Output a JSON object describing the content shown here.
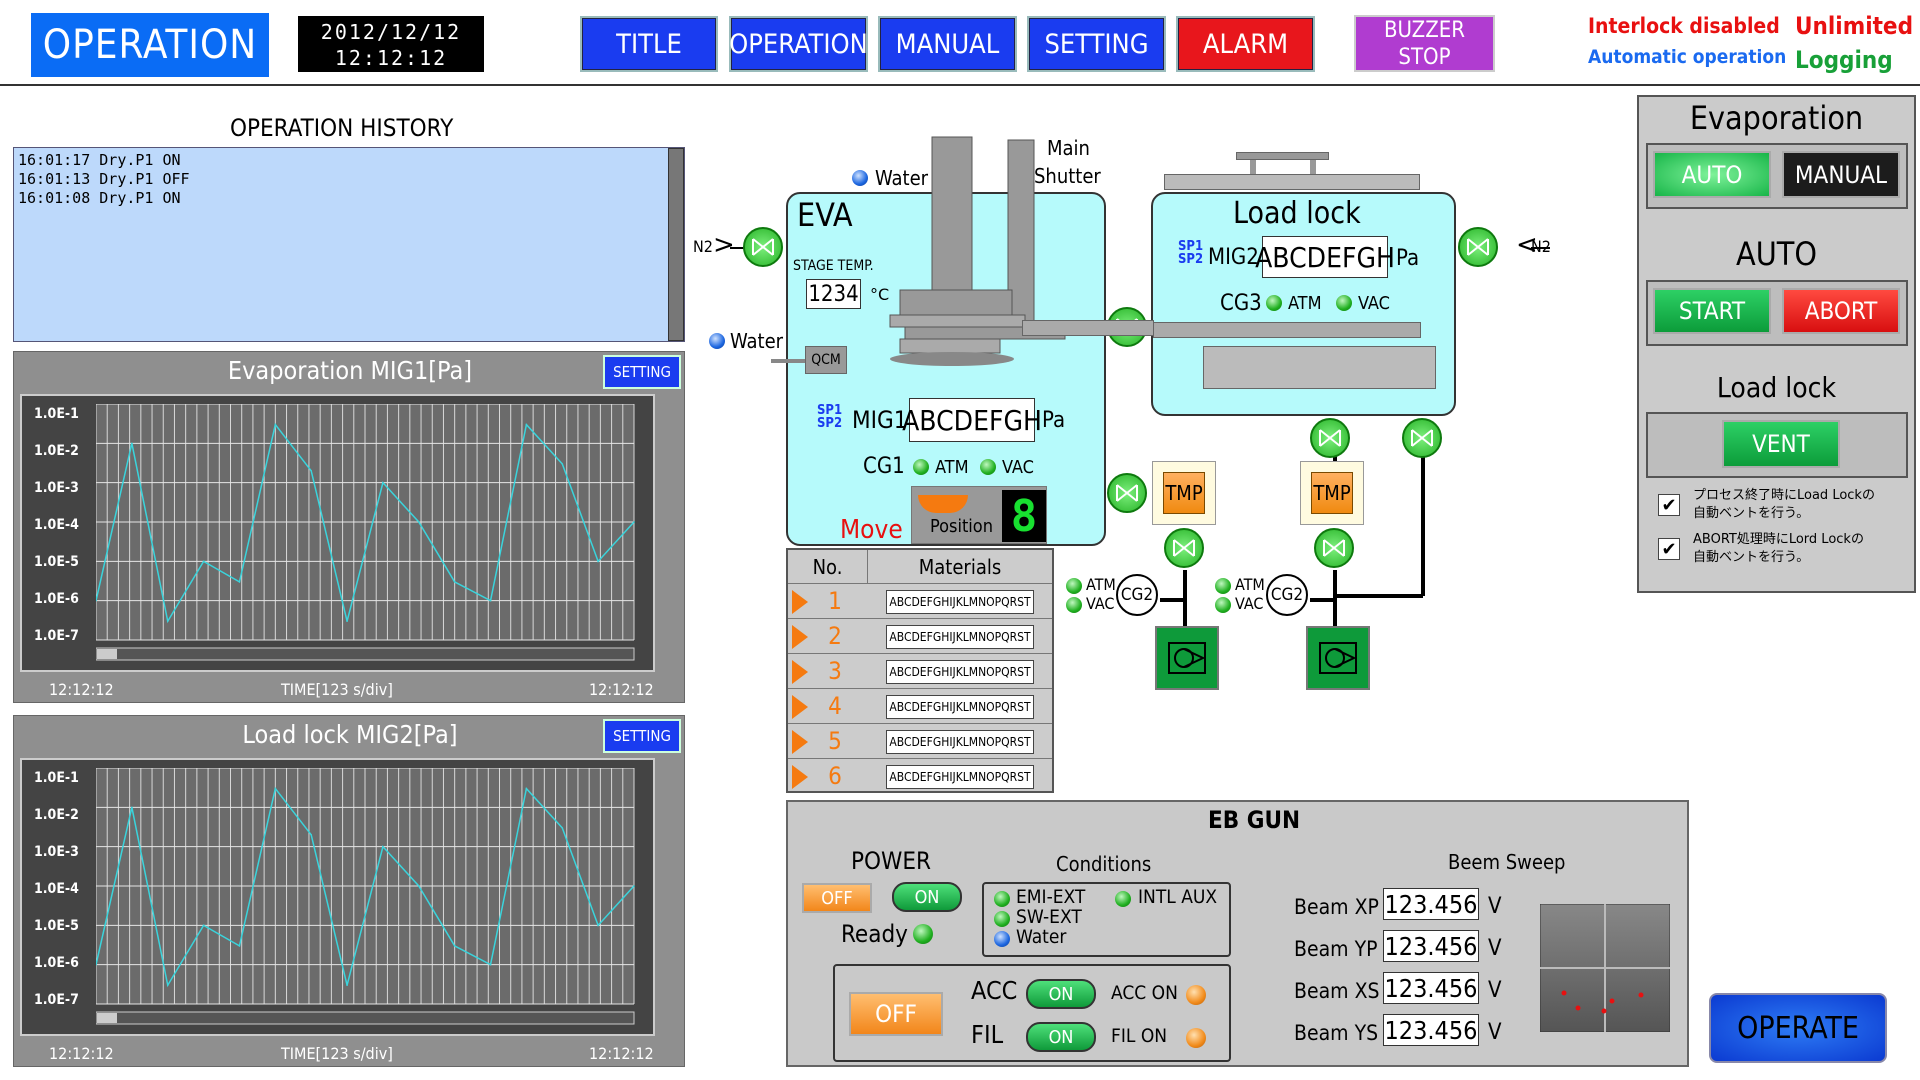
{
  "header": {
    "mode_title": "OPERATION",
    "date": "2012/12/12",
    "time": "12:12:12",
    "nav": [
      "TITLE",
      "OPERATION",
      "MANUAL",
      "SETTING",
      "ALARM"
    ],
    "buzzer_line1": "BUZZER",
    "buzzer_line2": "STOP",
    "status_interlock": "Interlock disabled",
    "status_auto": "Automatic operation",
    "status_unlimited": "Unlimited",
    "status_logging": "Logging",
    "colors": {
      "interlock": "#e81010",
      "auto": "#1a6af0",
      "unlimited": "#e81010",
      "logging": "#18a038"
    }
  },
  "history": {
    "title": "OPERATION HISTORY",
    "entries": [
      "16:01:17 Dry.P1 ON",
      "16:01:13 Dry.P1 OFF",
      "16:01:08 Dry.P1 ON"
    ]
  },
  "trends": [
    {
      "title": "Evaporation MIG1[Pa]",
      "setting_label": "SETTING",
      "y_ticks": [
        "1.0E-1",
        "1.0E-2",
        "1.0E-3",
        "1.0E-4",
        "1.0E-5",
        "1.0E-6",
        "1.0E-7"
      ],
      "x_left": "12:12:12",
      "x_mid": "TIME[123 s/div]",
      "x_right": "12:12:12"
    },
    {
      "title": "Load lock MIG2[Pa]",
      "setting_label": "SETTING",
      "y_ticks": [
        "1.0E-1",
        "1.0E-2",
        "1.0E-3",
        "1.0E-4",
        "1.0E-5",
        "1.0E-6",
        "1.0E-7"
      ],
      "x_left": "12:12:12",
      "x_mid": "TIME[123 s/div]",
      "x_right": "12:12:12"
    }
  ],
  "chart_data": {
    "type": "line",
    "trend_line_color": "#3ad4dc",
    "y_scale": "log",
    "ylim": [
      "1.0E-7",
      "1.0E-1"
    ],
    "series": [
      {
        "values": [
          1e-06,
          0.01,
          3e-07,
          1e-05,
          3e-06,
          0.03,
          0.002,
          3e-07,
          0.001,
          0.0001,
          3e-06,
          1e-06,
          0.03,
          0.003,
          1e-05,
          0.0001
        ]
      },
      {
        "values": [
          1e-06,
          0.01,
          3e-07,
          1e-05,
          3e-06,
          0.03,
          0.002,
          3e-07,
          0.001,
          0.0001,
          3e-06,
          1e-06,
          0.03,
          0.003,
          1e-05,
          0.0001
        ]
      }
    ]
  },
  "diagram": {
    "water_top": "Water",
    "water_left": "Water",
    "main_shutter_line1": "Main",
    "main_shutter_line2": "Shutter",
    "n2_left": "N2",
    "n2_right": "N2",
    "eva_title": "EVA",
    "stage_temp_label": "STAGE TEMP.",
    "stage_temp_value": "1234",
    "stage_temp_unit": "°C",
    "qcm": "QCM",
    "sp1": "SP1",
    "sp2": "SP2",
    "mig1_label": "MIG1",
    "mig1_value": "ABCDEFGH",
    "pa": "Pa",
    "cg1": "CG1",
    "atm": "ATM",
    "vac": "VAC",
    "move": "Move",
    "position_label": "Position",
    "position_value": "8",
    "loadlock_title": "Load lock",
    "mig2_label": "MIG2",
    "mig2_value": "ABCDEFGH",
    "cg3": "CG3",
    "cg2": "CG2",
    "tmp": "TMP"
  },
  "materials": {
    "col_no": "No.",
    "col_mat": "Materials",
    "rows": [
      {
        "no": "1",
        "name": "ABCDEFGHIJKLMNOPQRST"
      },
      {
        "no": "2",
        "name": "ABCDEFGHIJKLMNOPQRST"
      },
      {
        "no": "3",
        "name": "ABCDEFGHIJKLMNOPQRST"
      },
      {
        "no": "4",
        "name": "ABCDEFGHIJKLMNOPQRST"
      },
      {
        "no": "5",
        "name": "ABCDEFGHIJKLMNOPQRST"
      },
      {
        "no": "6",
        "name": "ABCDEFGHIJKLMNOPQRST"
      }
    ]
  },
  "ebgun": {
    "title": "EB GUN",
    "power_label": "POWER",
    "off": "OFF",
    "on": "ON",
    "ready": "Ready",
    "conditions_title": "Conditions",
    "emi_ext": "EMI-EXT",
    "intl_aux": "INTL AUX",
    "sw_ext": "SW-EXT",
    "water": "Water",
    "acc": "ACC",
    "fil": "FIL",
    "acc_on": "ACC ON",
    "fil_on": "FIL ON",
    "sweep_title": "Beem Sweep",
    "beam_rows": [
      {
        "label": "Beam XP",
        "value": "123.456",
        "unit": "V"
      },
      {
        "label": "Beam YP",
        "value": "123.456",
        "unit": "V"
      },
      {
        "label": "Beam XS",
        "value": "123.456",
        "unit": "V"
      },
      {
        "label": "Beam YS",
        "value": "123.456",
        "unit": "V"
      }
    ]
  },
  "right_panel": {
    "evap_title": "Evaporation",
    "auto_btn": "AUTO",
    "manual_btn": "MANUAL",
    "auto_title": "AUTO",
    "start_btn": "START",
    "abort_btn": "ABORT",
    "loadlock_title": "Load lock",
    "vent_btn": "VENT",
    "check1_line1": "プロセス終了時にLoad Lockの",
    "check1_line2": "自動ベントを行う。",
    "check2_line1": "ABORT処理時にLord Lockの",
    "check2_line2": "自動ベントを行う。",
    "check1_checked": true,
    "check2_checked": true
  },
  "operate_btn": "OPERATE"
}
